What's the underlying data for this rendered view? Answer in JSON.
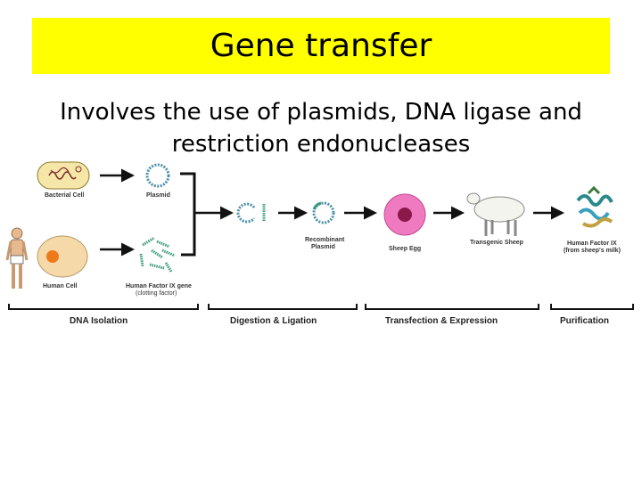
{
  "title": "Gene transfer",
  "subtitle_line1": "Involves the use of plasmids, DNA ligase and",
  "subtitle_line2": "restriction endonucleases",
  "diagram": {
    "labels": {
      "bacterial_cell": "Bacterial Cell",
      "plasmid": "Plasmid",
      "human_cell": "Human Cell",
      "factor_gene": "Human Factor IX gene",
      "factor_gene_sub": "(clotting factor)",
      "recombinant_1": "Recombinant",
      "recombinant_2": "Plasmid",
      "sheep_egg": "Sheep Egg",
      "transgenic_sheep": "Transgenic Sheep",
      "factor_ix": "Human Factor IX",
      "factor_ix_sub": "(from sheep's milk)"
    },
    "stages": [
      "DNA Isolation",
      "Digestion & Ligation",
      "Transfection & Expression",
      "Purification"
    ]
  }
}
